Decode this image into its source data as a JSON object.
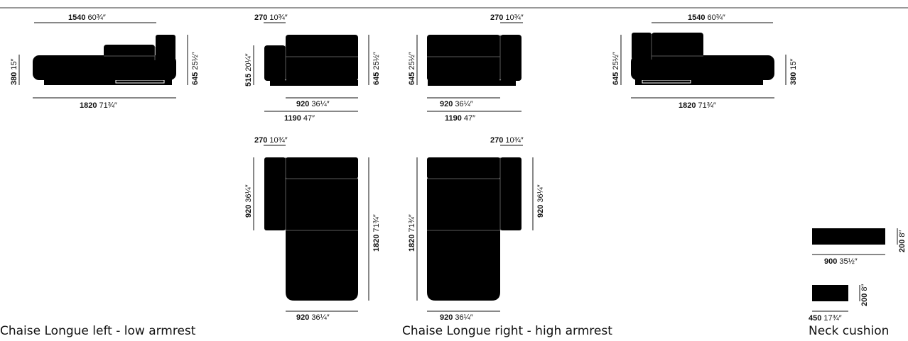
{
  "captions": {
    "left": "Chaise Longue left - low armrest",
    "right": "Chaise Longue right - high armrest",
    "neck": "Neck cushion"
  },
  "dims": {
    "d1540": {
      "mm": "1540",
      "in": "60¾″"
    },
    "d1820": {
      "mm": "1820",
      "in": "71¾″"
    },
    "d380": {
      "mm": "380",
      "in": "15″"
    },
    "d645": {
      "mm": "645",
      "in": "25½″"
    },
    "d270": {
      "mm": "270",
      "in": "10¾″"
    },
    "d515": {
      "mm": "515",
      "in": "20¼″"
    },
    "d920": {
      "mm": "920",
      "in": "36¼″"
    },
    "d1190": {
      "mm": "1190",
      "in": "47″"
    },
    "d900": {
      "mm": "900",
      "in": "35½″"
    },
    "d450": {
      "mm": "450",
      "in": "17¾″"
    },
    "d200": {
      "mm": "200",
      "in": "8″"
    }
  },
  "colors": {
    "fill": "#000000",
    "line": "#111111",
    "seam": "#5a5a5a",
    "background": "#ffffff"
  }
}
